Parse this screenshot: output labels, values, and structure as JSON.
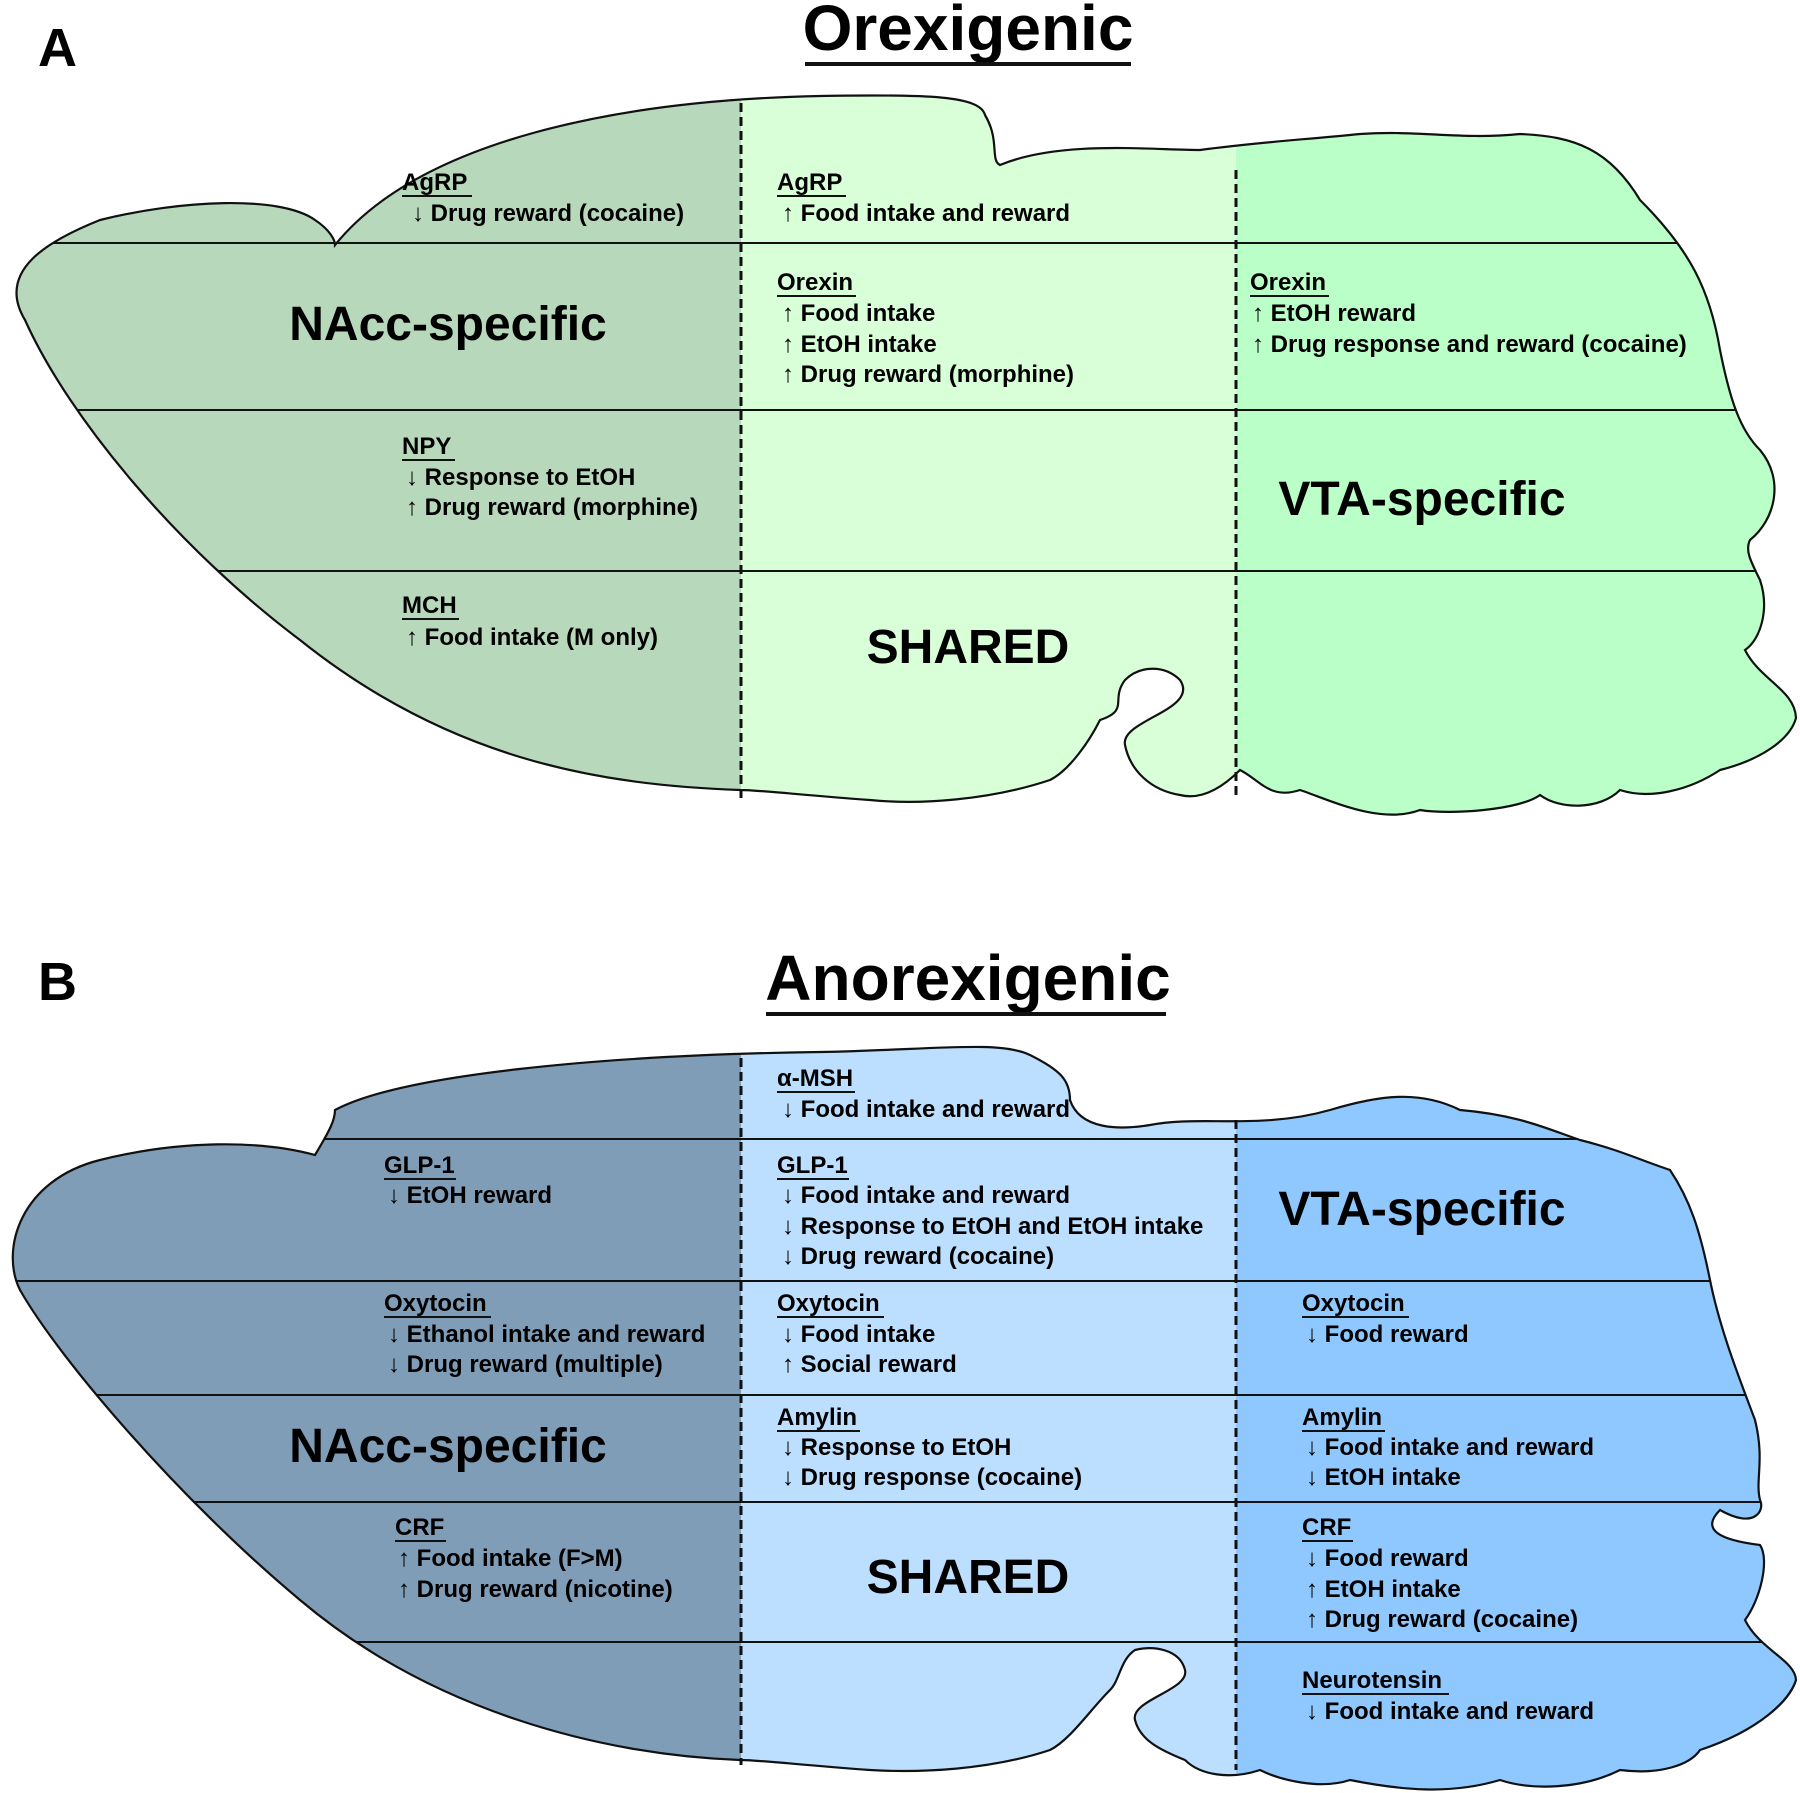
{
  "panels": [
    {
      "letter": "A",
      "title": "Orexigenic",
      "colors": {
        "nacc": "#b8d8bc",
        "shared": "#d8ffd8",
        "vta": "#bbffc8"
      },
      "region_labels": {
        "nacc": "NAcc-specific",
        "shared": "SHARED",
        "vta": "VTA-specific"
      },
      "blocks": [
        {
          "region": "nacc",
          "peptide": "AgRP",
          "effects": [
            "↓ Drug reward (cocaine)"
          ]
        },
        {
          "region": "nacc",
          "peptide": "NPY",
          "effects": [
            "↓ Response to EtOH",
            "↑ Drug reward (morphine)"
          ]
        },
        {
          "region": "nacc",
          "peptide": "MCH",
          "effects": [
            "↑ Food intake (M only)"
          ]
        },
        {
          "region": "shared",
          "peptide": "AgRP",
          "effects": [
            "↑ Food intake and reward"
          ]
        },
        {
          "region": "shared",
          "peptide": "Orexin",
          "effects": [
            "↑ Food intake",
            "↑ EtOH intake",
            "↑ Drug reward (morphine)"
          ]
        },
        {
          "region": "vta",
          "peptide": "Orexin",
          "effects": [
            "↑ EtOH reward",
            "↑ Drug response and reward (cocaine)"
          ]
        }
      ]
    },
    {
      "letter": "B",
      "title": "Anorexigenic",
      "colors": {
        "nacc": "#809db8",
        "shared": "#bcdeff",
        "vta": "#8ec8ff"
      },
      "region_labels": {
        "nacc": "NAcc-specific",
        "shared": "SHARED",
        "vta": "VTA-specific"
      },
      "blocks": [
        {
          "region": "nacc",
          "peptide": "GLP-1",
          "effects": [
            "↓ EtOH reward"
          ]
        },
        {
          "region": "nacc",
          "peptide": "Oxytocin",
          "effects": [
            "↓ Ethanol intake and reward",
            "↓ Drug reward (multiple)"
          ]
        },
        {
          "region": "nacc",
          "peptide": "CRF",
          "effects": [
            "↑ Food intake (F>M)",
            "↑ Drug reward (nicotine)"
          ]
        },
        {
          "region": "shared",
          "peptide": "α-MSH",
          "effects": [
            "↓ Food intake and reward"
          ]
        },
        {
          "region": "shared",
          "peptide": "GLP-1",
          "effects": [
            "↓ Food intake and reward",
            "↓ Response to EtOH and EtOH intake",
            "↓ Drug reward (cocaine)"
          ]
        },
        {
          "region": "shared",
          "peptide": "Oxytocin",
          "effects": [
            "↓ Food intake",
            "↑ Social reward"
          ]
        },
        {
          "region": "shared",
          "peptide": "Amylin",
          "effects": [
            "↓ Response to EtOH",
            "↓ Drug response (cocaine)"
          ]
        },
        {
          "region": "vta",
          "peptide": "Oxytocin",
          "effects": [
            "↓ Food reward"
          ]
        },
        {
          "region": "vta",
          "peptide": "Amylin",
          "effects": [
            "↓ Food intake and reward",
            "↓ EtOH intake"
          ]
        },
        {
          "region": "vta",
          "peptide": "CRF",
          "effects": [
            "↓ Food reward",
            "↑ EtOH intake",
            "↑ Drug reward (cocaine)"
          ]
        },
        {
          "region": "vta",
          "peptide": "Neurotensin",
          "effects": [
            "↓ Food intake and reward"
          ]
        }
      ]
    }
  ]
}
